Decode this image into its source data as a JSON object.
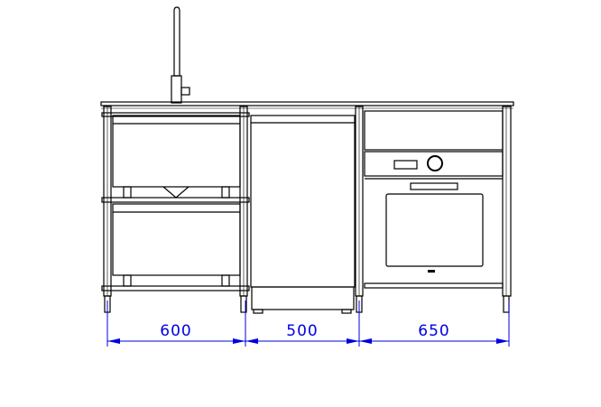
{
  "drawing": {
    "line_color": "#000000",
    "dimension_color": "#0000e0",
    "units": [
      {
        "name": "sink-cabinet",
        "width_label": "600"
      },
      {
        "name": "dishwasher",
        "width_label": "500"
      },
      {
        "name": "oven-cabinet",
        "width_label": "650"
      }
    ]
  }
}
